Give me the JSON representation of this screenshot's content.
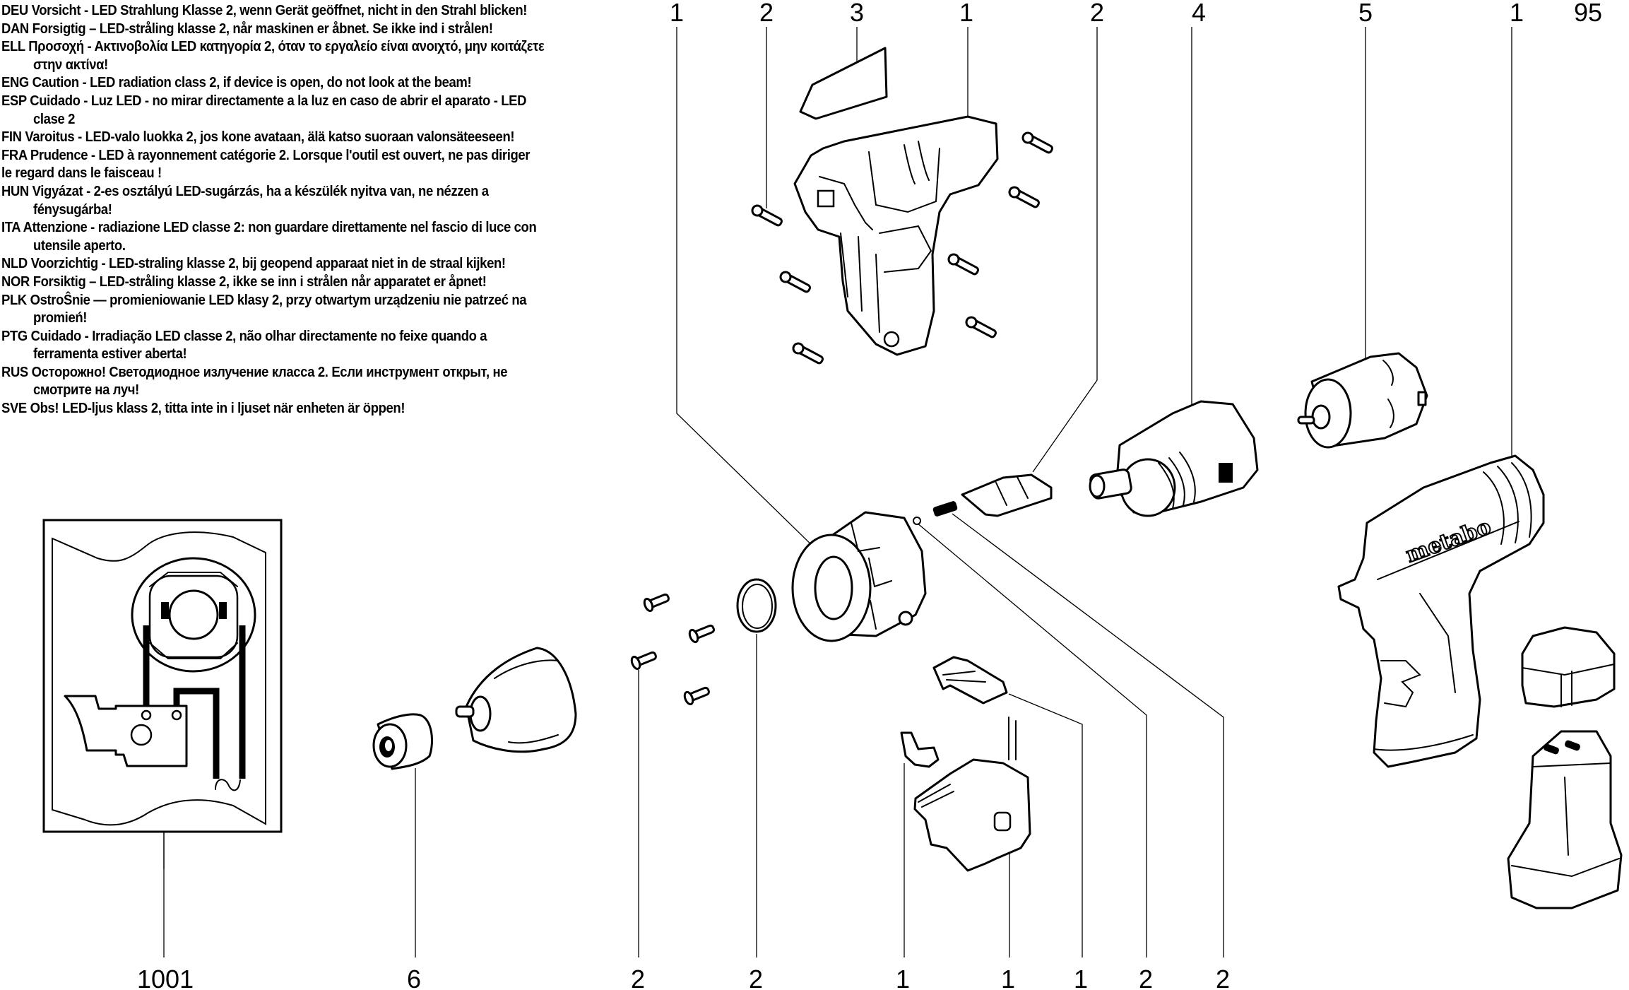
{
  "document": {
    "type": "exploded parts diagram",
    "drawing_number": "95"
  },
  "warnings": [
    {
      "code": "DEU",
      "lines": [
        "Vorsicht - LED Strahlung Klasse 2, wenn Gerät geöffnet, nicht in den Strahl blicken!"
      ]
    },
    {
      "code": "DAN",
      "lines": [
        "Forsigtig – LED-stråling klasse 2, når maskinen er åbnet. Se ikke ind i strålen!"
      ]
    },
    {
      "code": "ELL",
      "lines": [
        "Προσοχή - Ακτινοβολία LED κατηγορία 2, όταν το εργαλείο είναι ανοιχτό, μην κοιτάζετε",
        "στην ακτίνα!"
      ]
    },
    {
      "code": "ENG",
      "lines": [
        "Caution - LED radiation class 2, if device is open, do not look at the beam!"
      ]
    },
    {
      "code": "ESP",
      "lines": [
        "Cuidado - Luz LED - no mirar directamente a la luz en caso de abrir el aparato - LED",
        "clase 2"
      ]
    },
    {
      "code": "FIN",
      "lines": [
        "Varoitus - LED-valo luokka 2, jos kone avataan, älä katso suoraan valonsäteeseen!"
      ]
    },
    {
      "code": "FRA",
      "lines": [
        "Prudence - LED à rayonnement catégorie 2. Lorsque l'outil est ouvert, ne pas diriger",
        "le regard dans le faisceau !"
      ],
      "flush_continuation": true
    },
    {
      "code": "HUN",
      "lines": [
        "Vigyázat - 2-es osztályú LED-sugárzás, ha a készülék nyitva van, ne nézzen a",
        "fénysugárba!"
      ]
    },
    {
      "code": "ITA",
      "lines": [
        "Attenzione - radiazione LED classe 2: non guardare direttamente nel fascio di luce con",
        "utensile aperto."
      ]
    },
    {
      "code": "NLD",
      "lines": [
        "Voorzichtig - LED-straling klasse 2, bij geopend apparaat niet in de straal kijken!"
      ]
    },
    {
      "code": "NOR",
      "lines": [
        "Forsiktig – LED-stråling klasse 2, ikke se inn i strålen når apparatet er åpnet!"
      ]
    },
    {
      "code": "PLK",
      "lines": [
        "OstroŜnie — promieniowanie LED klasy 2, przy otwartym urządzeniu nie patrzeć na",
        "promień!"
      ]
    },
    {
      "code": "PTG",
      "lines": [
        "Cuidado - Irradiação LED classe 2, não olhar directamente no feixe quando a",
        "ferramenta estiver aberta!"
      ]
    },
    {
      "code": "RUS",
      "lines": [
        "Осторожно! Светодиодное излучение класса 2. Если инструмент открыт, не",
        "смотрите на луч!"
      ]
    },
    {
      "code": "SVE",
      "lines": [
        "Obs! LED-ljus klass 2, titta inte in i ljuset när enheten är öppen!"
      ]
    }
  ],
  "top_labels": [
    "1",
    "2",
    "3",
    "1",
    "2",
    "4",
    "5",
    "1",
    "95"
  ],
  "bottom_labels": [
    "1001",
    "6",
    "2",
    "2",
    "1",
    "1",
    "1",
    "2",
    "2"
  ],
  "parts": [
    {
      "id": "housing-half",
      "label": "1"
    },
    {
      "id": "housing-screws",
      "label": "2"
    },
    {
      "id": "rating-label",
      "label": "3"
    },
    {
      "id": "led-cover",
      "label": "2"
    },
    {
      "id": "gearbox",
      "label": "4"
    },
    {
      "id": "motor",
      "label": "5"
    },
    {
      "id": "handle-housing",
      "label": "1",
      "brand_text": "metabo"
    },
    {
      "id": "gear-housing-front",
      "label": "1"
    },
    {
      "id": "wiring-diagram-inset",
      "label": "1001",
      "ac_symbol": "~"
    },
    {
      "id": "bit-sleeve",
      "label": "6"
    },
    {
      "id": "chuck-screws",
      "label": "2"
    },
    {
      "id": "retaining-ring",
      "label": "2"
    },
    {
      "id": "switch-slider",
      "label": "1"
    },
    {
      "id": "switch",
      "label": "1"
    },
    {
      "id": "direction-switch",
      "label": "1"
    },
    {
      "id": "ball",
      "label": "2"
    },
    {
      "id": "spring",
      "label": "2"
    },
    {
      "id": "battery-cap",
      "label": ""
    },
    {
      "id": "battery-pack",
      "label": ""
    }
  ]
}
